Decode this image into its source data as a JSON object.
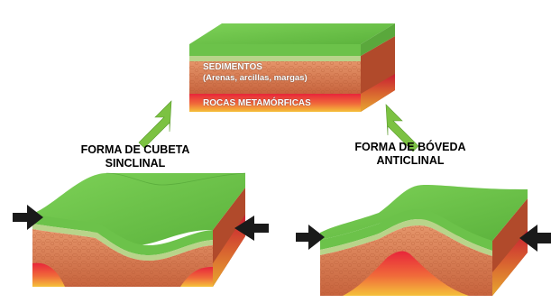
{
  "top_block": {
    "sediments_title": "SEDIMENTOS",
    "sediments_detail": "(Arenas, arcillas, margas)",
    "metamorphic_label": "ROCAS METAMÓRFICAS"
  },
  "left_block": {
    "title_line1": "FORMA DE CUBETA",
    "title_line2": "SINCLINAL"
  },
  "right_block": {
    "title_line1": "FORMA DE BÓVEDA",
    "title_line2": "ANTICLINAL"
  },
  "colors": {
    "surface_green": "#6cc24a",
    "surface_green_dark": "#4f9e33",
    "thin_layer": "#b8d48a",
    "sediment_brown": "#c87046",
    "sediment_orange": "#e88a4c",
    "metamorphic_red": "#e8253a",
    "metamorphic_yellow": "#f5c13a",
    "arrow_green": "#7cc242",
    "arrow_black": "#1a1a1a"
  }
}
